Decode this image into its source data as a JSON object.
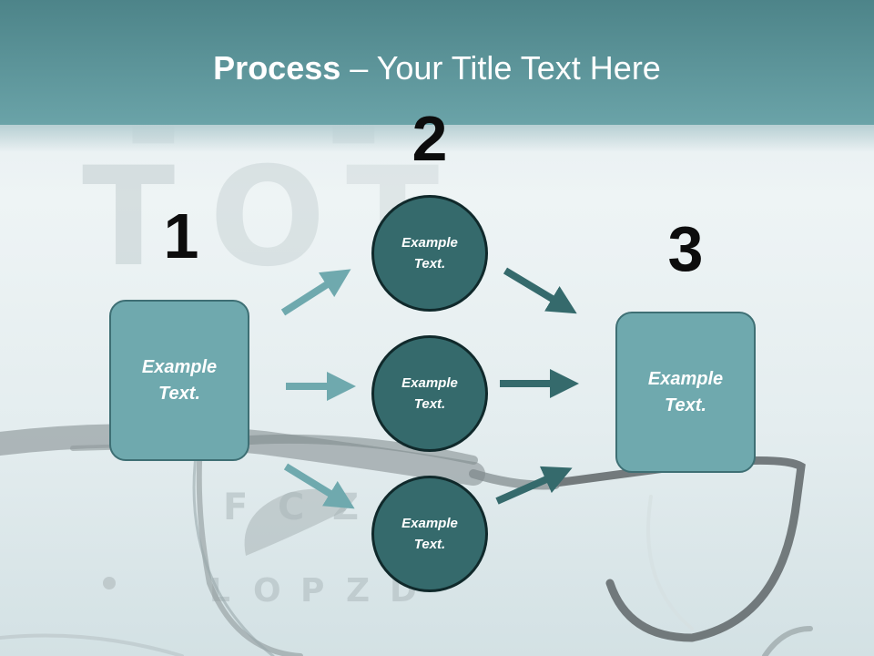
{
  "title": {
    "bold": "Process",
    "rest": " – Your Title Text Here"
  },
  "steps": [
    {
      "number": "1",
      "label": "Example Text."
    },
    {
      "number": "2",
      "labels": [
        "Example Text.",
        "Example Text.",
        "Example Text."
      ]
    },
    {
      "number": "3",
      "label": "Example Text."
    }
  ],
  "colors": {
    "title_band": "#5f9a9f",
    "box_fill": "#6fa9ae",
    "circle_fill": "#356a6c",
    "arrow_light": "#6fa9ae",
    "arrow_dark": "#356a6c"
  }
}
